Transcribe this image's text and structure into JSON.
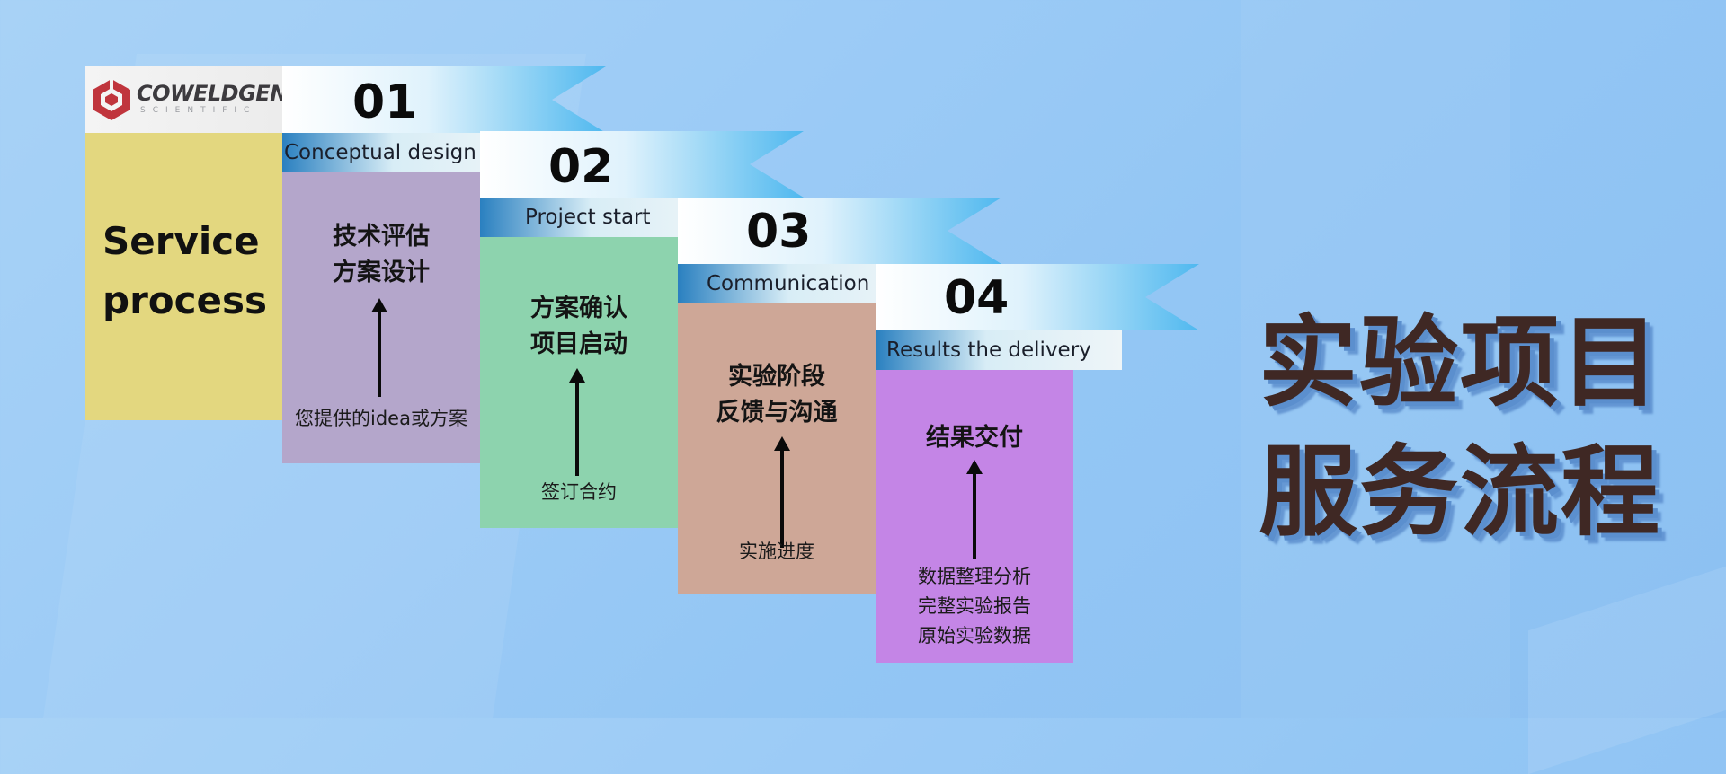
{
  "logo": {
    "word": "COWELDGEN",
    "sub": "SCIENTIFIC",
    "icon": "hexagon-logo-icon",
    "color": "#c0353d"
  },
  "intro": {
    "title": "Service\nprocess",
    "bg": "#e3d77f"
  },
  "steps": [
    {
      "number": "01",
      "label": "Conceptual design",
      "title": "技术评估\n方案设计",
      "note": "您提供的idea或方案",
      "color": "#b4a6cb",
      "fold": "#efb2b3"
    },
    {
      "number": "02",
      "label": "Project start",
      "title": "方案确认\n项目启动",
      "note": "签订合约",
      "color": "#8dd3ae",
      "fold": "#bde3a7"
    },
    {
      "number": "03",
      "label": "Communication",
      "title": "实验阶段\n反馈与沟通",
      "note": "实施进度",
      "color": "#cea797",
      "fold": "#f3b799"
    },
    {
      "number": "04",
      "label": "Results the delivery",
      "title": "结果交付",
      "note": "数据整理分析\n完整实验报告\n原始实验数据",
      "color": "#c485e6",
      "fold": "#c485e6"
    }
  ],
  "heading": {
    "text": "实验项目\n服务流程",
    "color": "#3f2824"
  },
  "icons": {
    "arrow": "arrow-up-icon"
  }
}
